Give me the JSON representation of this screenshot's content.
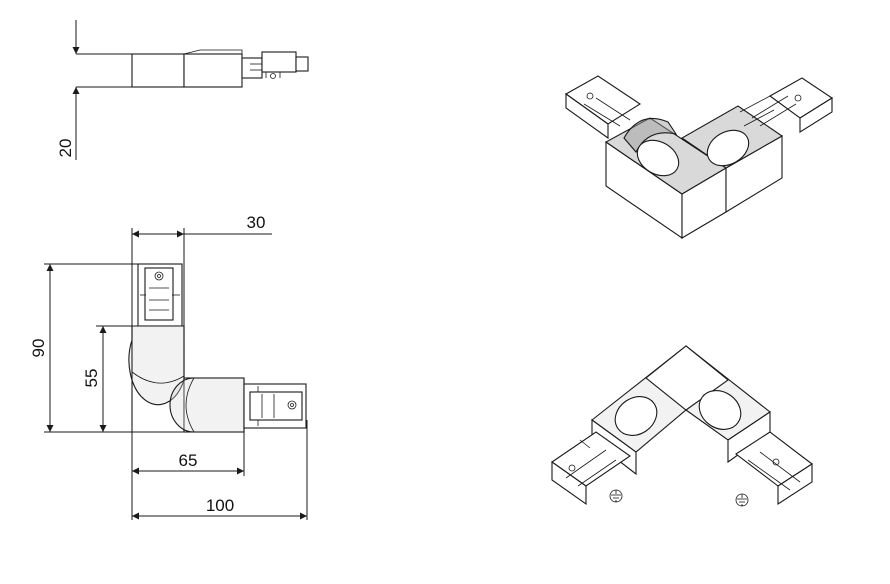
{
  "dimensions": {
    "height_side": "20",
    "width_top": "30",
    "height_total": "90",
    "height_inner": "55",
    "width_inner": "65",
    "width_total": "100"
  }
}
